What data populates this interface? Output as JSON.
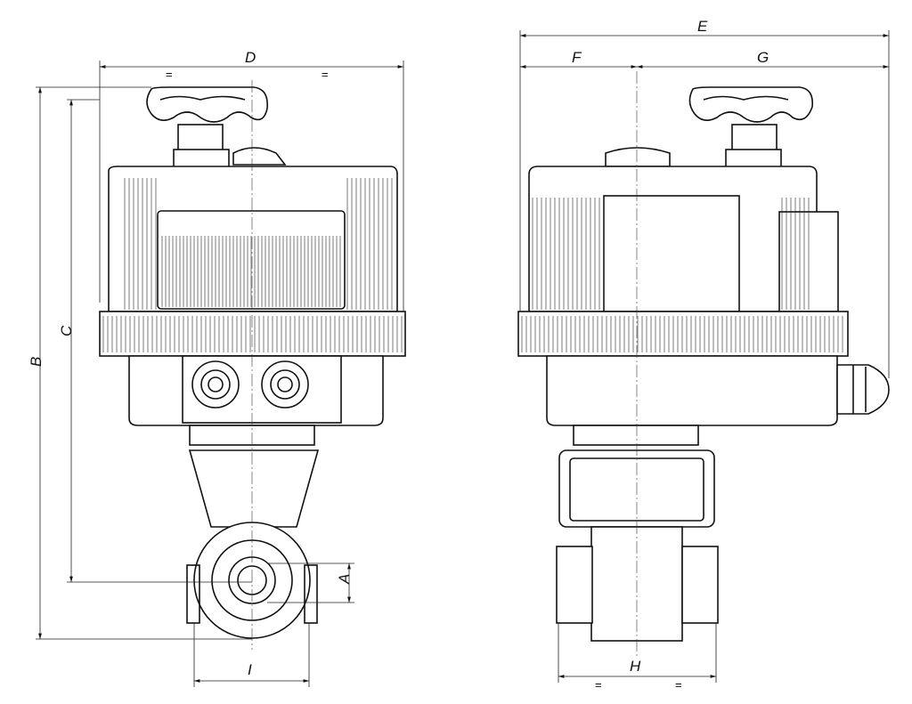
{
  "dimensions": {
    "A": "A",
    "B": "B",
    "C": "C",
    "D": "D",
    "E": "E",
    "F": "F",
    "G": "G",
    "H": "H",
    "I": "I"
  },
  "equal_marks": {
    "d_left": "=",
    "d_right": "=",
    "h_left": "=",
    "h_right": "="
  }
}
